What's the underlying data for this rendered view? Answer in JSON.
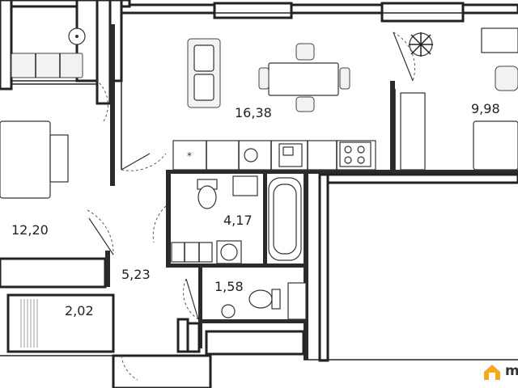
{
  "rooms": [
    {
      "id": "living-kitchen",
      "area": "16,38"
    },
    {
      "id": "bedroom-right",
      "area": "9,98"
    },
    {
      "id": "bedroom-left",
      "area": "12,20"
    },
    {
      "id": "bathroom",
      "area": "4,17"
    },
    {
      "id": "hallway",
      "area": "5,23"
    },
    {
      "id": "wc",
      "area": "1,58"
    },
    {
      "id": "balcony",
      "area": "2,02"
    }
  ],
  "logo": {
    "text": "m",
    "color": "#f5a623"
  }
}
